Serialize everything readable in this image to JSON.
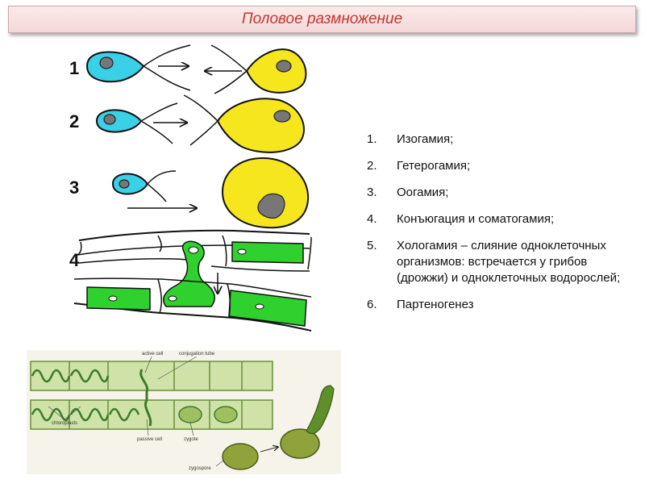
{
  "title": "Половое размножение",
  "diagram": {
    "row_numbers": [
      "1",
      "2",
      "3",
      "4"
    ]
  },
  "photo": {
    "labels": {
      "active_cell": "active cell",
      "conjugation_tube": "conjugation tube",
      "chloroplasts": "chloroplasts",
      "passive_cell": "passive cell",
      "zygote": "zygote",
      "zygospore": "zygospore"
    }
  },
  "list": [
    {
      "num": "1.",
      "text": "Изогамия;"
    },
    {
      "num": "2.",
      "text": "Гетерогамия;"
    },
    {
      "num": "3.",
      "text": "Оогамия;"
    },
    {
      "num": "4.",
      "text": "Конъюгация и соматогамия;"
    },
    {
      "num": "5.",
      "text": "Хологамия – слияние одноклеточных организмов: встречается у грибов (дрожжи) и одноклеточных водорослей;"
    },
    {
      "num": "6.",
      "text": "Партеногенез"
    }
  ]
}
